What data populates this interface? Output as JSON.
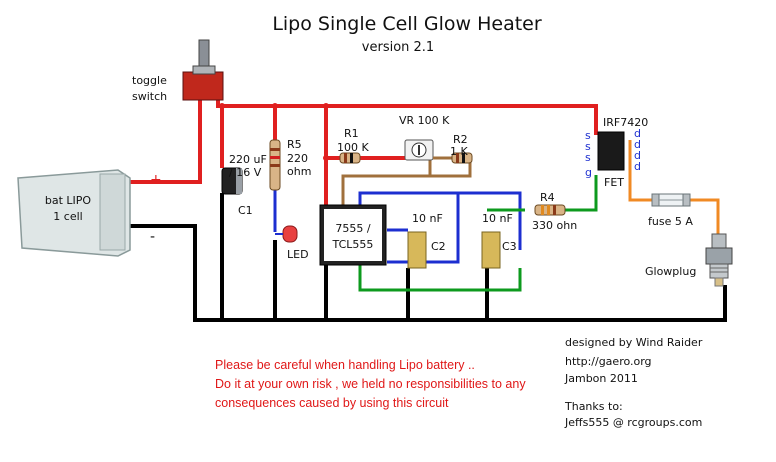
{
  "title": "Lipo Single Cell Glow Heater",
  "version": "version 2.1",
  "colors": {
    "wire_red": "#e02020",
    "wire_black": "#000000",
    "wire_blue": "#1d2fd0",
    "wire_green": "#0d9a1e",
    "wire_brown": "#a0703c",
    "wire_orange": "#f08a24",
    "warning_text": "#e01818"
  },
  "components": {
    "toggle_label_1": "toggle",
    "toggle_label_2": "switch",
    "battery_label_1": "bat LIPO",
    "battery_label_2": "1 cell",
    "battery_plus": "+",
    "battery_minus": "-",
    "c1_value_1": "220 uF",
    "c1_value_2": "/ 16 V",
    "c1_name": "C1",
    "r5_name": "R5",
    "r5_value_1": "220",
    "r5_value_2": "ohm",
    "led_name": "LED",
    "r1_name": "R1",
    "r1_value": "100 K",
    "vr_label": "VR 100 K",
    "r2_name": "R2",
    "r2_value": "1 K",
    "ic_label_1": "7555 /",
    "ic_label_2": "TCL555",
    "c2_value": "10 nF",
    "c2_name": "C2",
    "c3_value": "10 nF",
    "c3_name": "C3",
    "r4_name": "R4",
    "r4_value": "330 ohn",
    "fet_part": "IRF7420",
    "fet_name": "FET",
    "fet_pin_s": "s",
    "fet_pin_g": "g",
    "fet_pin_d": "d",
    "fuse_label": "fuse 5 A",
    "glowplug_label": "Glowplug"
  },
  "warning": {
    "line1": "Please be careful when handling Lipo battery ..",
    "line2": "Do it at your own risk , we held no responsibilities to any",
    "line3": "consequences caused by using  this circuit"
  },
  "credits": {
    "designed_by": "designed by Wind Raider",
    "url": "http://gaero.org",
    "date": "Jambon 2011",
    "thanks_label": "Thanks to:",
    "thanks_name": "Jeffs555 @ rcgroups.com"
  }
}
